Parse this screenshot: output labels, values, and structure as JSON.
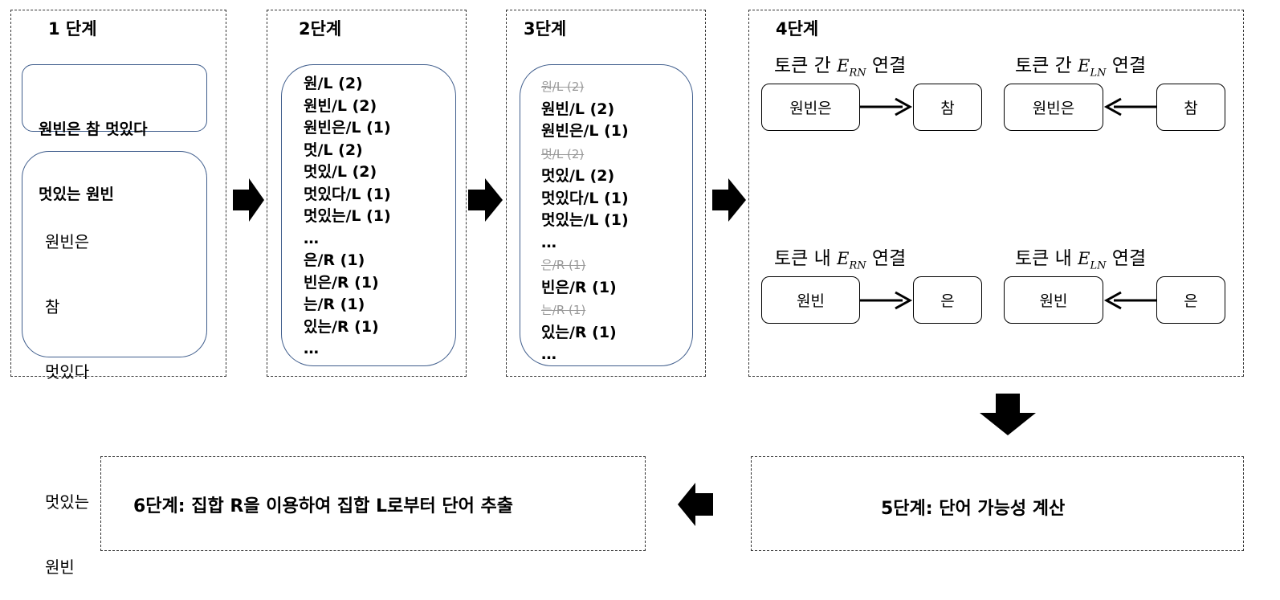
{
  "stage1": {
    "title": "1 단계",
    "sentences": [
      "원빈은 참 멋있다",
      "멋있는 원빈"
    ],
    "tokens": [
      "원빈은",
      "참",
      "멋있다",
      "",
      "멋있는",
      "원빈"
    ]
  },
  "stage2": {
    "title": "2단계",
    "items": [
      "원/L (2)",
      "원빈/L (2)",
      "원빈은/L (1)",
      "멋/L (2)",
      "멋있/L (2)",
      "멋있다/L (1)",
      "멋있는/L (1)",
      "…",
      "은/R (1)",
      "빈은/R (1)",
      "는/R (1)",
      "있는/R (1)",
      "…"
    ]
  },
  "stage3": {
    "title": "3단계",
    "items": [
      {
        "text": "원/L (2)",
        "removed": true
      },
      {
        "text": "원빈/L (2)",
        "removed": false
      },
      {
        "text": "원빈은/L (1)",
        "removed": false
      },
      {
        "text": "멋/L (2)",
        "removed": true
      },
      {
        "text": "멋있/L (2)",
        "removed": false
      },
      {
        "text": "멋있다/L (1)",
        "removed": false
      },
      {
        "text": "멋있는/L (1)",
        "removed": false
      },
      {
        "text": "…",
        "removed": false
      },
      {
        "text": "은/R (1)",
        "removed": true
      },
      {
        "text": "빈은/R (1)",
        "removed": false
      },
      {
        "text": "는/R (1)",
        "removed": true
      },
      {
        "text": "있는/R (1)",
        "removed": false
      },
      {
        "text": "…",
        "removed": false
      }
    ]
  },
  "stage4": {
    "title": "4단계",
    "panels": [
      {
        "prefix": "토큰 간 ",
        "sym": "E",
        "sub": "RN",
        "suffix": " 연결",
        "left": "원빈은",
        "right": "참",
        "direction": "right"
      },
      {
        "prefix": "토큰 간 ",
        "sym": "E",
        "sub": "LN",
        "suffix": " 연결",
        "left": "원빈은",
        "right": "참",
        "direction": "left"
      },
      {
        "prefix": "토큰 내 ",
        "sym": "E",
        "sub": "RN",
        "suffix": " 연결",
        "left": "원빈",
        "right": "은",
        "direction": "right"
      },
      {
        "prefix": "토큰 내 ",
        "sym": "E",
        "sub": "LN",
        "suffix": " 연결",
        "left": "원빈",
        "right": "은",
        "direction": "left"
      }
    ]
  },
  "stage5": {
    "title": "5단계: 단어 가능성 계산"
  },
  "stage6": {
    "title": "6단계: 집합 R을 이용하여 집합 L로부터 단어 추출"
  },
  "colors": {
    "border": "#333333",
    "rounded_border": "#3f5d8c",
    "removed_text": "#999999"
  }
}
